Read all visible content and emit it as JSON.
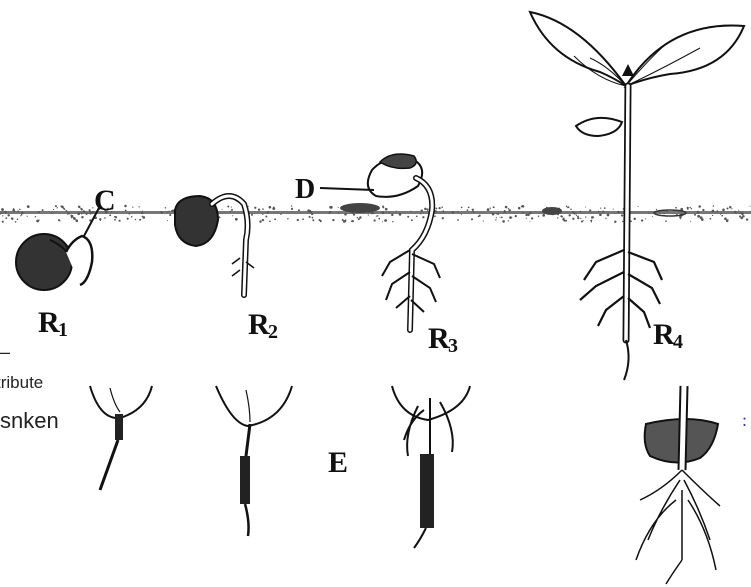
{
  "labels": {
    "c": "C",
    "d": "D",
    "e": "E",
    "r1_main": "R",
    "r1_sub": "1",
    "r2_main": "R",
    "r2_sub": "2",
    "r3_main": "R",
    "r3_sub": "3",
    "r4_main": "R",
    "r4_sub": "4"
  },
  "stray_text": {
    "top": "–",
    "clipped": "tribute",
    "partial": "snken",
    "right_link": ":"
  },
  "colors": {
    "ink": "#111111",
    "soil": "#555555",
    "link": "#2a3fc8"
  }
}
